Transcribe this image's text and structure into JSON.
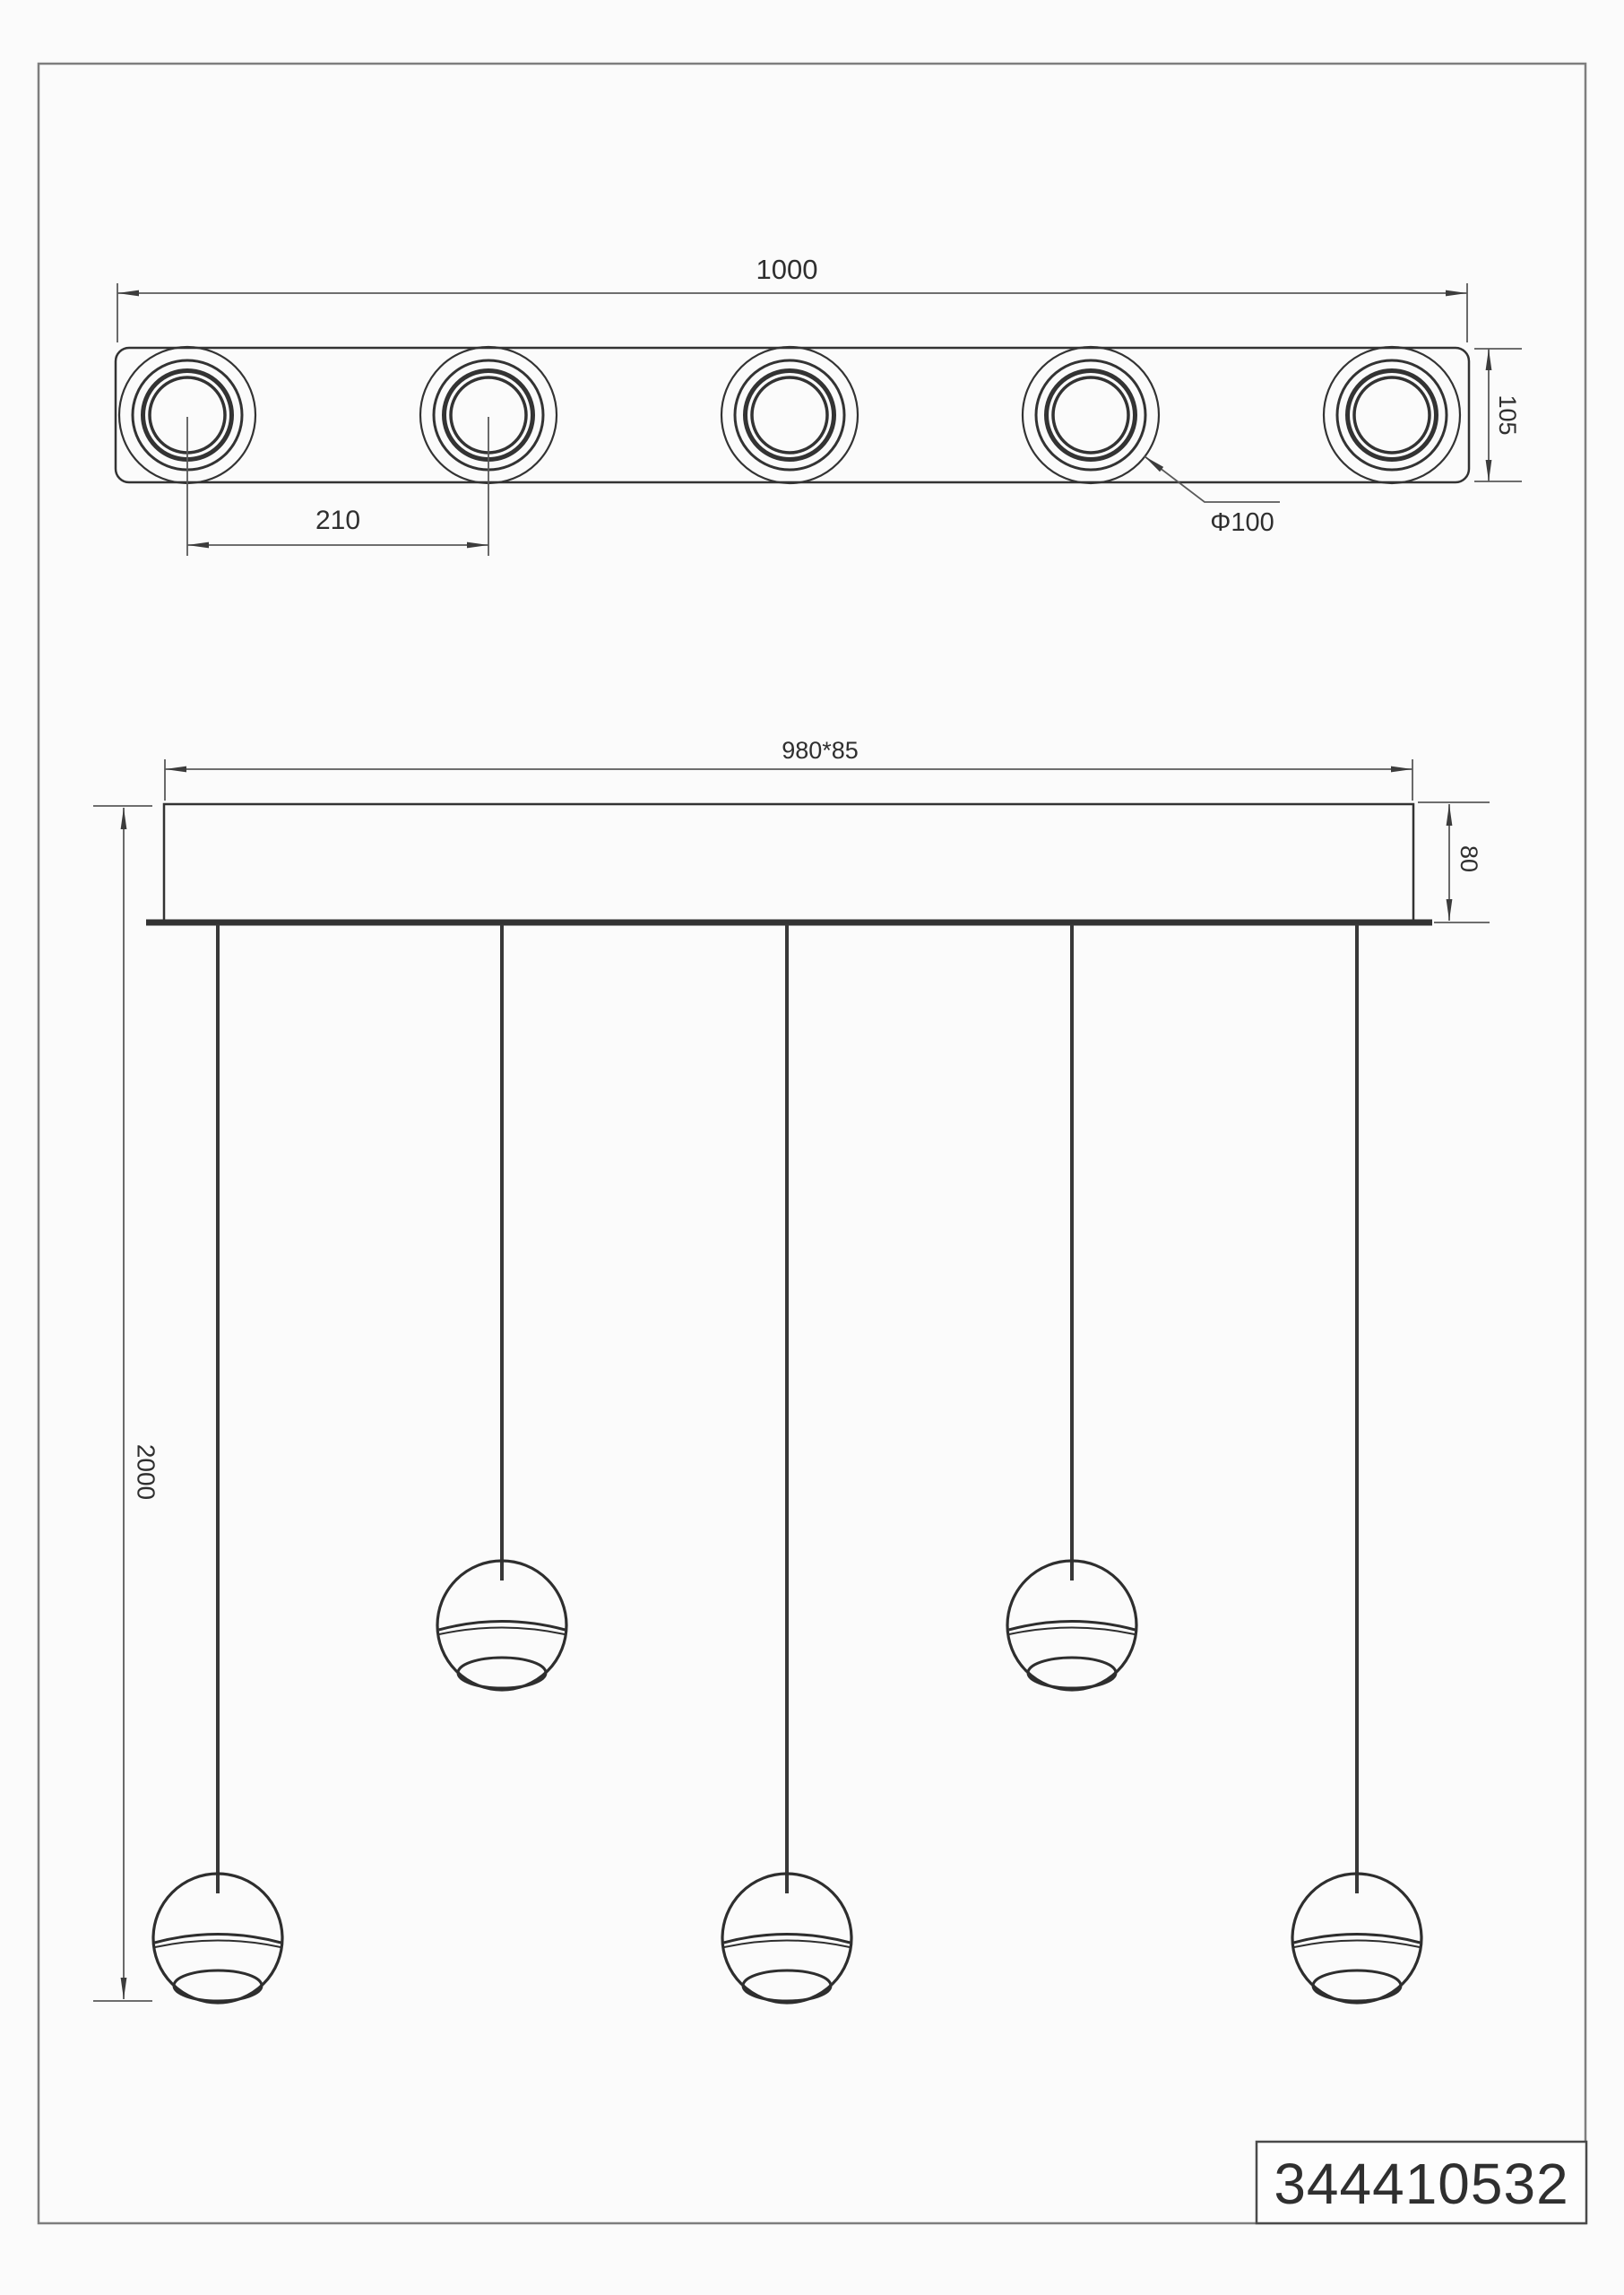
{
  "drawing": {
    "part_number": "344410532",
    "top_view": {
      "overall_width": "1000",
      "lamp_spacing": "210",
      "plate_height": "105",
      "lamp_diameter": "Φ100",
      "lamp_count": 5
    },
    "front_view": {
      "canopy_size": "980*85",
      "canopy_height": "80",
      "suspension_drop": "2000",
      "pendant_count": 5
    },
    "colors": {
      "ink": "#333333",
      "dimension_lines": "#5a5a5a",
      "page_frame": "#7e7e7e",
      "paper": "#fbfbfb"
    }
  }
}
